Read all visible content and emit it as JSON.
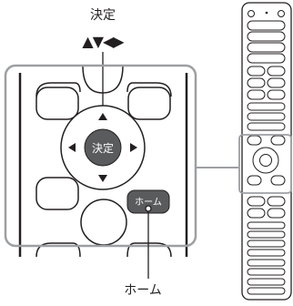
{
  "labels": {
    "enter_top": "決定",
    "arrows_top": "▲▼◀▶",
    "enter_button": "決定",
    "home_button": "ホーム",
    "home_bottom": "ホーム"
  },
  "colors": {
    "outline": "#231f20",
    "frame_gray": "#9d9fa2",
    "button_dark": "#5a5b5d",
    "button_text": "#ffffff"
  }
}
